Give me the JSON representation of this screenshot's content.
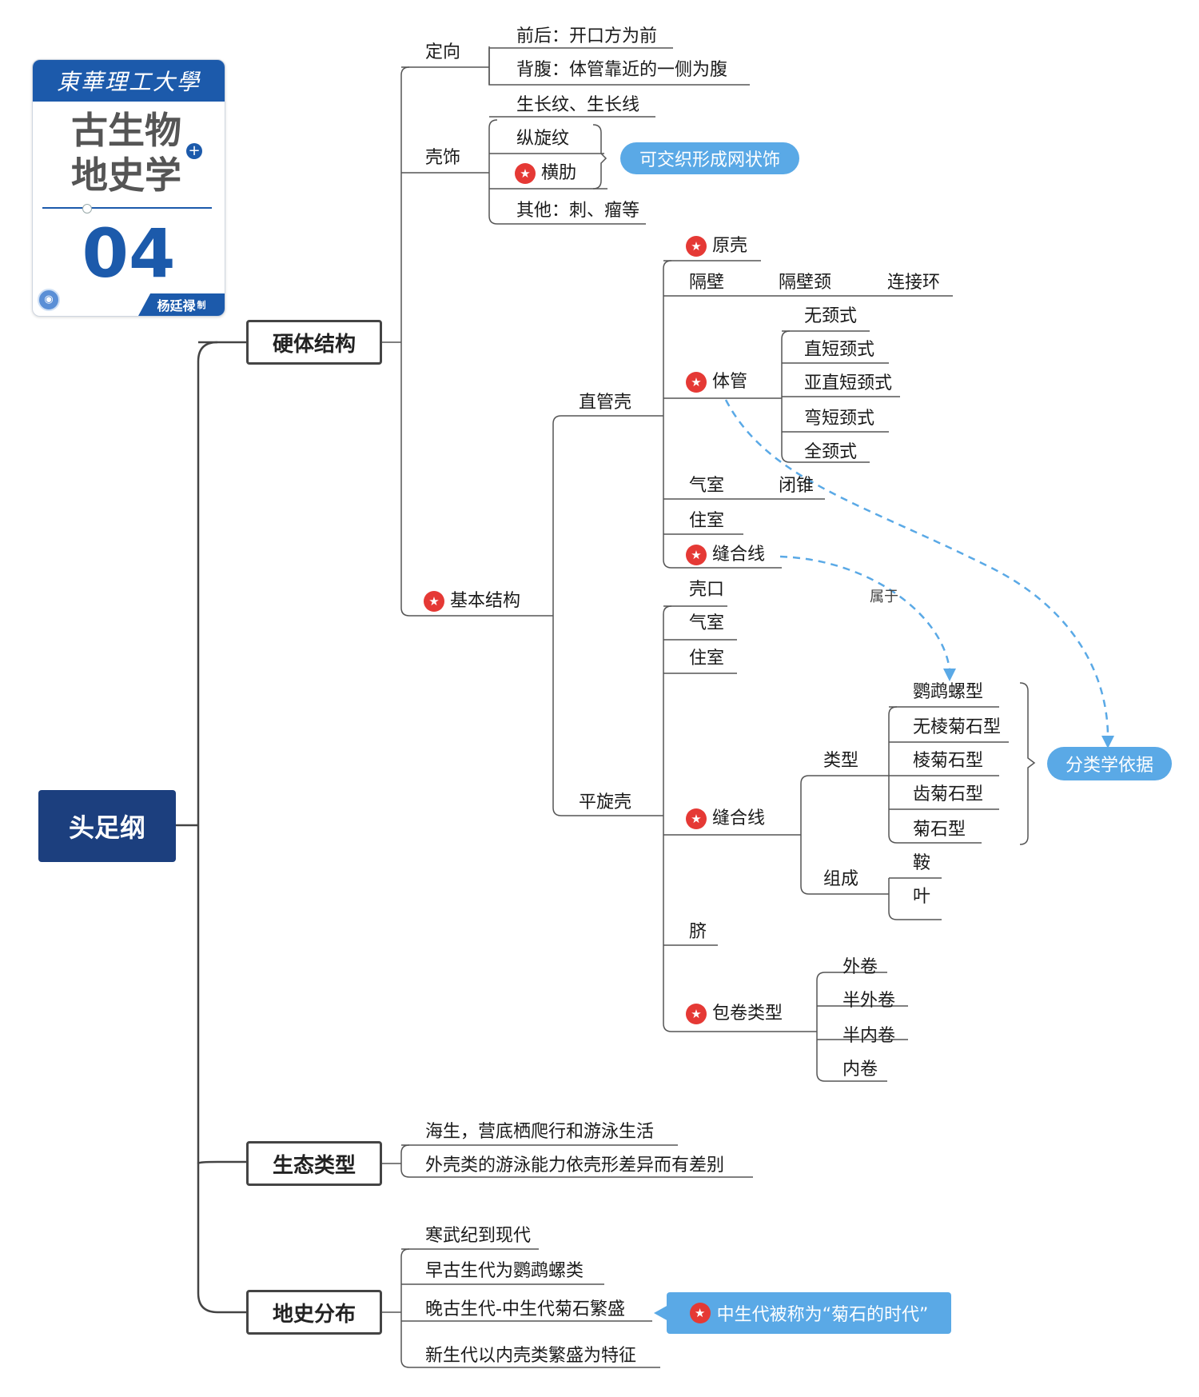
{
  "logo": {
    "university": "東華理工大學",
    "title_line1": "古生物",
    "title_line2": "地史学",
    "number": "04",
    "author": "杨廷禄",
    "author_suffix": "制"
  },
  "root": "头足纲",
  "branches": {
    "hard_structure": "硬体结构",
    "ecology": "生态类型",
    "distribution": "地史分布"
  },
  "orientation": {
    "label": "定向",
    "front_back": "前后：开口方为前",
    "dorsal_ventral": "背腹：体管靠近的一侧为腹"
  },
  "ornament": {
    "label": "壳饰",
    "growth": "生长纹、生长线",
    "longitudinal": "纵旋纹",
    "transverse": "横肋",
    "other": "其他：刺、瘤等",
    "note": "可交织形成网状饰"
  },
  "basic": {
    "label": "基本结构",
    "straight": {
      "label": "直管壳",
      "protoconch": "原壳",
      "septum": "隔壁",
      "septal_neck": "隔壁颈",
      "connecting_ring": "连接环",
      "siphuncle": "体管",
      "neck_types": [
        "无颈式",
        "直短颈式",
        "亚直短颈式",
        "弯短颈式",
        "全颈式"
      ],
      "chamber": "气室",
      "closed_cone": "闭锥",
      "living_chamber": "住室",
      "suture": "缝合线"
    },
    "coiled": {
      "label": "平旋壳",
      "aperture": "壳口",
      "chamber": "气室",
      "living_chamber": "住室",
      "suture": "缝合线",
      "type_label": "类型",
      "suture_types": [
        "鹦鹉螺型",
        "无棱菊石型",
        "棱菊石型",
        "齿菊石型",
        "菊石型"
      ],
      "composition_label": "组成",
      "composition": [
        "鞍",
        "叶"
      ],
      "umbilicus": "脐",
      "coil_label": "包卷类型",
      "coil_types": [
        "外卷",
        "半外卷",
        "半内卷",
        "内卷"
      ]
    },
    "relation_label": "属于",
    "taxonomy_note": "分类学依据"
  },
  "ecology": {
    "items": [
      "海生，营底栖爬行和游泳生活",
      "外壳类的游泳能力依壳形差异而有差别"
    ]
  },
  "distribution": {
    "items": [
      "寒武纪到现代",
      "早古生代为鹦鹉螺类",
      "晚古生代-中生代菊石繁盛",
      "新生代以内壳类繁盛为特征"
    ],
    "note": "中生代被称为“菊石的时代”"
  },
  "colors": {
    "root": "#1c3f7e",
    "callout": "#5aa9e6",
    "star": "#e53935",
    "line": "#444444",
    "dashed": "#5aa9e6"
  }
}
